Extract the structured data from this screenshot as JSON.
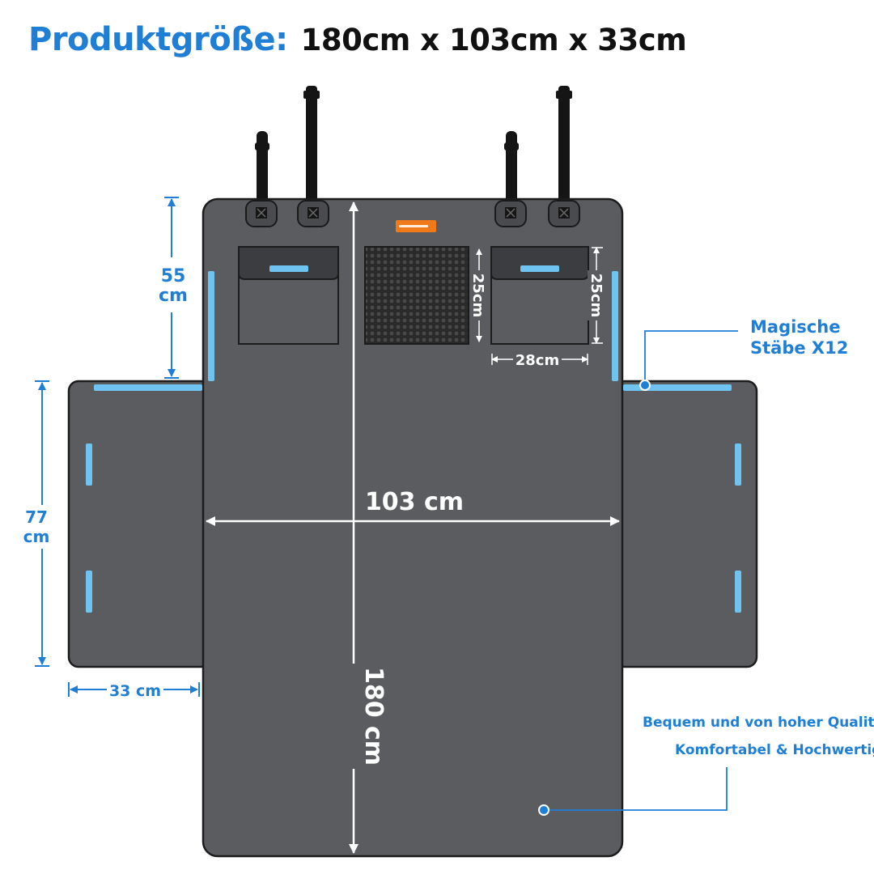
{
  "header": {
    "label": "Produktgröße:",
    "value": "180cm x 103cm x 33cm"
  },
  "dimensions": {
    "flap_height_value": "55",
    "flap_height_unit": "cm",
    "side_height_value": "77",
    "side_height_unit": "cm",
    "side_width": "33 cm",
    "main_width": "103 cm",
    "main_length": "180 cm",
    "pocket_height_left": "25cm",
    "pocket_height_right": "25cm",
    "pocket_width": "28cm"
  },
  "callouts": {
    "magic_rods_line1": "Magische",
    "magic_rods_line2": "Stäbe X12",
    "quality_line1": "Bequem und von hoher Qualität",
    "quality_line2": "Komfortabel & Hochwertig"
  },
  "colors": {
    "accent": "#1f7fd6",
    "mat": "#5b5c60",
    "mat_outline": "#1c1c1c",
    "rod": "#6ec3f0",
    "strap": "#151515",
    "logo": "#f07a1a"
  },
  "icons": {
    "buckle": "strap-buckle-icon",
    "logo": "brand-logo-icon",
    "callout_dot": "callout-dot-icon"
  }
}
